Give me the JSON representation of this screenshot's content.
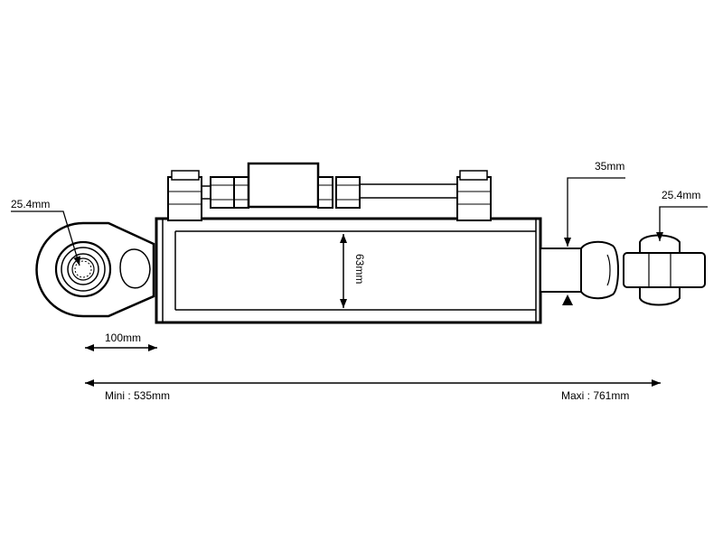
{
  "diagram": {
    "dimensions": {
      "top_link_pin_left": "25.4mm",
      "top_link_pin_right": "25.4mm",
      "rod_diameter": "35mm",
      "bore_diameter": "63mm",
      "stroke_length": "100mm",
      "min_length": "Mini : 535mm",
      "max_length": "Maxi : 761mm"
    },
    "colors": {
      "line": "#000000",
      "background": "#ffffff"
    }
  }
}
